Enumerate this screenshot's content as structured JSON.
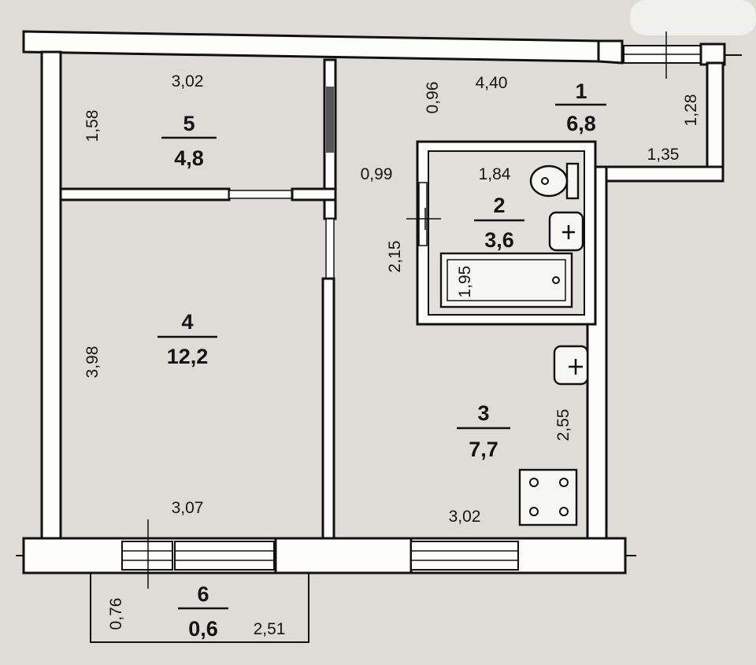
{
  "rooms": [
    {
      "number": "1",
      "area": "6,8"
    },
    {
      "number": "2",
      "area": "3,6"
    },
    {
      "number": "3",
      "area": "7,7"
    },
    {
      "number": "4",
      "area": "12,2"
    },
    {
      "number": "5",
      "area": "4,8"
    },
    {
      "number": "6",
      "area": "0,6"
    }
  ],
  "dimensions": {
    "room5_width": "3,02",
    "room5_depth": "1,58",
    "hall_width": "4,40",
    "hall_depth_a": "0,96",
    "hall_depth_b": "1,28",
    "hall_niche": "1,35",
    "bath_offset": "0,99",
    "bath_width": "1,84",
    "bath_depth": "2,15",
    "tub_length": "1,95",
    "room4_depth": "3,98",
    "room4_width": "3,07",
    "kitchen_depth": "2,55",
    "kitchen_width": "3,02",
    "balcony_depth": "0,76",
    "balcony_width": "2,51"
  },
  "icons": [
    "toilet-icon",
    "washbasin-icon",
    "bathtub-icon",
    "kitchen-sink-icon",
    "stove-icon"
  ]
}
